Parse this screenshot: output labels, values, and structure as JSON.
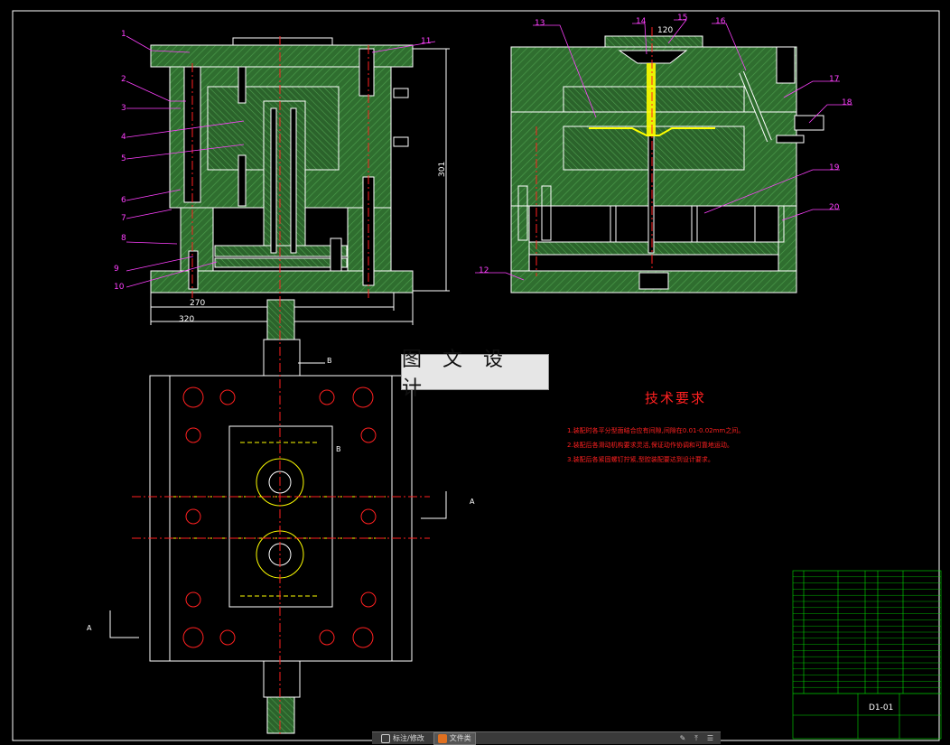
{
  "drawing": {
    "part_numbers": [
      "1",
      "2",
      "3",
      "4",
      "5",
      "6",
      "7",
      "8",
      "9",
      "10",
      "11",
      "12",
      "13",
      "14",
      "15",
      "16",
      "17",
      "18",
      "19",
      "20"
    ],
    "dimensions": {
      "width_inner": "270",
      "width_outer": "320",
      "height": "301",
      "top_width": "120"
    },
    "section_labels": {
      "b_top": "B",
      "b_mid": "B",
      "a_right": "A",
      "a_left": "A"
    },
    "drawing_number": "D1-01"
  },
  "watermark": "图 文 设 计",
  "technical_requirements": {
    "title": "技术要求",
    "notes": [
      "1.装配时各平分型面结合应有间隙,间隙在0.01-0.02mm之间。",
      "2.装配后各滑动机构要求灵活,保证动作协调和可靠地运动。",
      "3.装配后各紧固螺钉拧紧,型腔装配要达到设计要求。"
    ]
  },
  "colors": {
    "green": "#2e7d32",
    "line": "#ffffff",
    "red": "#ff2020",
    "yellow": "#ffff00",
    "cyan": "#00e5ff",
    "magenta": "#c040c0"
  },
  "taskbar": {
    "items": [
      {
        "label": "标注/修改",
        "icon": "view-icon"
      },
      {
        "label": "文件类",
        "icon": "folder-icon"
      }
    ],
    "tools": [
      "✎",
      "⤒",
      "☰"
    ]
  }
}
